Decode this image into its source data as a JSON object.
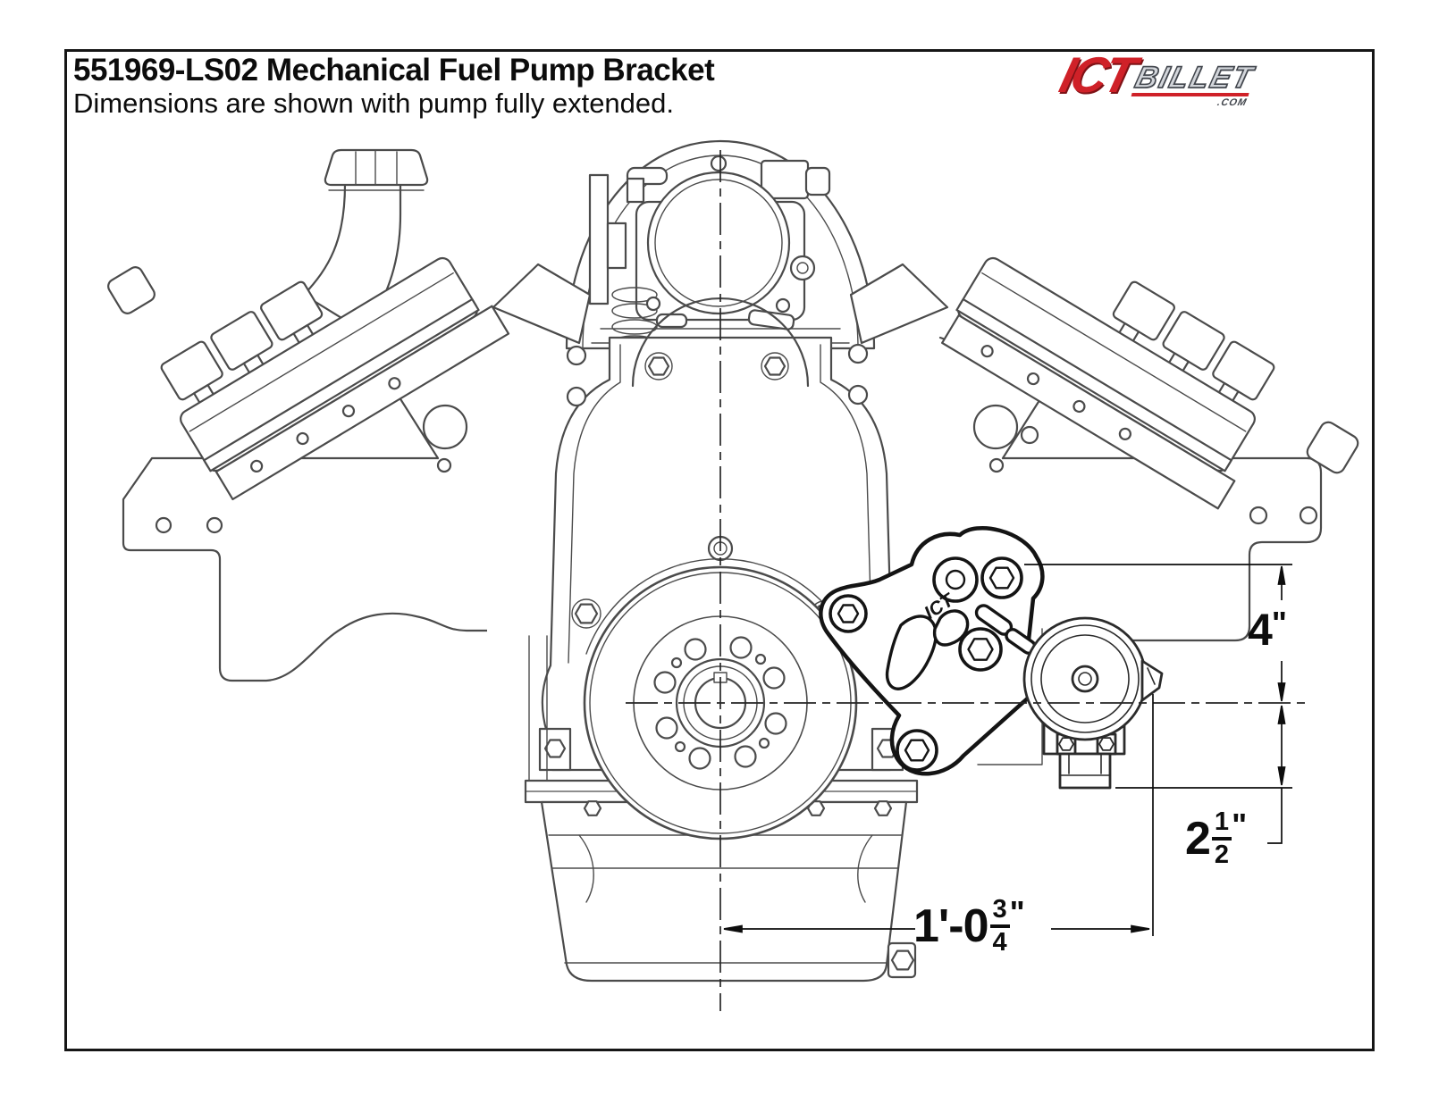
{
  "header": {
    "title": "551969-LS02 Mechanical Fuel Pump Bracket",
    "subtitle": "Dimensions are shown with pump fully extended."
  },
  "logo": {
    "ict": "ICT",
    "billet": "BILLET",
    "tld": ".COM"
  },
  "drawing": {
    "bracket_engraving": "ICT"
  },
  "dimensions": {
    "height_upper": {
      "value": "4",
      "unit": "\""
    },
    "height_lower": {
      "whole": "2",
      "numerator": "1",
      "denominator": "2",
      "unit": "\""
    },
    "width_overall": {
      "whole": "1'-0",
      "numerator": "3",
      "denominator": "4",
      "unit": "\""
    }
  },
  "colors": {
    "accent_red": "#cf2128",
    "logo_silver": "#d2d5da",
    "line_gray": "#4b4b4b",
    "bold_black": "#141414"
  }
}
